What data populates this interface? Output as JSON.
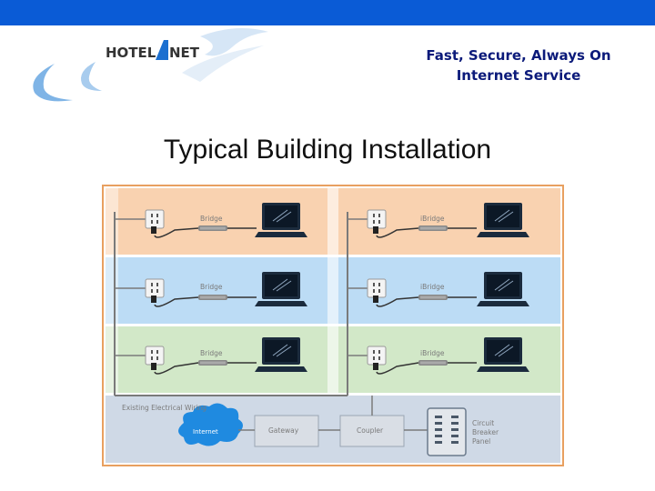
{
  "header": {
    "logo_text": "HOTEL NET",
    "tagline_line1": "Fast, Secure, Always On",
    "tagline_line2": "Internet Service"
  },
  "slide": {
    "title": "Typical Building Installation"
  },
  "diagram": {
    "floors": [
      {
        "left_label": "Bridge",
        "right_label": "iBridge",
        "color": "#f9d2b0"
      },
      {
        "left_label": "Bridge",
        "right_label": "iBridge",
        "color": "#bcdcf5"
      },
      {
        "left_label": "Bridge",
        "right_label": "iBridge",
        "color": "#d2e8c8"
      }
    ],
    "basement": {
      "wiring_label": "Existing Electrical Wiring",
      "internet_label": "Internet",
      "gateway_label": "Gateway",
      "coupler_label": "Coupler",
      "panel_label_1": "Circuit",
      "panel_label_2": "Breaker",
      "panel_label_3": "Panel",
      "color": "#cfd9e6"
    }
  },
  "colors": {
    "topbar": "#0a5bd6",
    "tagline": "#0b1a7a",
    "frame": "#e8a060"
  }
}
